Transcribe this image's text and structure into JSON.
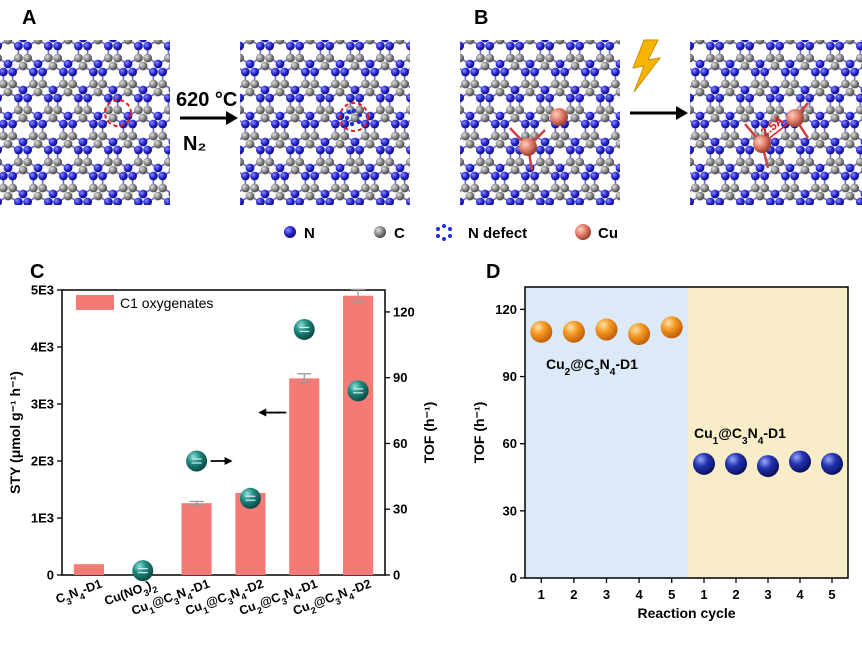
{
  "panels": {
    "A": "A",
    "B": "B",
    "C": "C",
    "D": "D"
  },
  "scheme": {
    "temp": "620 °C",
    "gas": "N₂",
    "bond_length": "2.5Å",
    "legend": [
      {
        "name": "N",
        "icon": "n-atom-icon",
        "color": "#2b2bd6"
      },
      {
        "name": "C",
        "icon": "c-atom-icon",
        "color": "#8a8a8a"
      },
      {
        "name": "N defect",
        "icon": "n-defect-icon",
        "color": "#1f2fe0"
      },
      {
        "name": "Cu",
        "icon": "cu-atom-icon",
        "color": "#e07868"
      }
    ]
  },
  "chart_data": [
    {
      "panel": "C",
      "type": "bar",
      "categories": [
        "C3N4-D1",
        "Cu(NO3)2",
        "Cu1@C3N4-D1",
        "Cu1@C3N4-D2",
        "Cu2@C3N4-D1",
        "Cu2@C3N4-D2"
      ],
      "category_labels": [
        [
          [
            "C",
            ""
          ],
          [
            "3",
            "sub"
          ],
          [
            "N",
            ""
          ],
          [
            "4",
            "sub"
          ],
          [
            "-D1",
            ""
          ]
        ],
        [
          [
            "Cu(NO",
            ""
          ],
          [
            "3",
            "sub"
          ],
          [
            ")",
            ""
          ],
          [
            "2",
            "sub"
          ]
        ],
        [
          [
            "Cu",
            ""
          ],
          [
            "1",
            "sub"
          ],
          [
            "@C",
            ""
          ],
          [
            "3",
            "sub"
          ],
          [
            "N",
            ""
          ],
          [
            "4",
            "sub"
          ],
          [
            "-D1",
            ""
          ]
        ],
        [
          [
            "Cu",
            ""
          ],
          [
            "1",
            "sub"
          ],
          [
            "@C",
            ""
          ],
          [
            "3",
            "sub"
          ],
          [
            "N",
            ""
          ],
          [
            "4",
            "sub"
          ],
          [
            "-D2",
            ""
          ]
        ],
        [
          [
            "Cu",
            ""
          ],
          [
            "2",
            "sub"
          ],
          [
            "@C",
            ""
          ],
          [
            "3",
            "sub"
          ],
          [
            "N",
            ""
          ],
          [
            "4",
            "sub"
          ],
          [
            "-D1",
            ""
          ]
        ],
        [
          [
            "Cu",
            ""
          ],
          [
            "2",
            "sub"
          ],
          [
            "@C",
            ""
          ],
          [
            "3",
            "sub"
          ],
          [
            "N",
            ""
          ],
          [
            "4",
            "sub"
          ],
          [
            "-D2",
            ""
          ]
        ]
      ],
      "series": [
        {
          "name": "C1 oxygenates",
          "values": [
            190,
            0,
            1260,
            1440,
            3450,
            4900
          ],
          "errors": [
            0,
            0,
            30,
            25,
            80,
            110
          ],
          "axis": "left",
          "color": "#f47a76"
        },
        {
          "values": [
            null,
            2,
            52,
            35,
            112,
            84
          ],
          "axis": "right",
          "color": "#1f8a80"
        }
      ],
      "y_left": {
        "label": "STY (μmol g⁻¹ h⁻¹)",
        "ylim": [
          0,
          5000
        ],
        "ticks": [
          "0",
          "1E3",
          "2E3",
          "3E3",
          "4E3",
          "5E3"
        ],
        "tick_values": [
          0,
          1000,
          2000,
          3000,
          4000,
          5000
        ]
      },
      "y_right": {
        "label": "TOF (h⁻¹)",
        "ylim": [
          0,
          130
        ],
        "ticks": [
          "0",
          "30",
          "60",
          "90",
          "120"
        ],
        "tick_values": [
          0,
          30,
          60,
          90,
          120
        ]
      },
      "legend": "top-left"
    },
    {
      "panel": "D",
      "type": "scatter",
      "xlabel": "Reaction cycle",
      "ylabel": "TOF (h⁻¹)",
      "ylim": [
        0,
        130
      ],
      "yticks": [
        0,
        30,
        60,
        90,
        120
      ],
      "x_tick_labels": [
        "1",
        "2",
        "3",
        "4",
        "5",
        "1",
        "2",
        "3",
        "4",
        "5"
      ],
      "series": [
        {
          "name": "Cu2@C3N4-D1",
          "label_parts": [
            [
              "Cu",
              ""
            ],
            [
              "2",
              "sub"
            ],
            [
              "@C",
              ""
            ],
            [
              "3",
              "sub"
            ],
            [
              "N",
              ""
            ],
            [
              "4",
              "sub"
            ],
            [
              "-D1",
              ""
            ]
          ],
          "x": [
            1,
            2,
            3,
            4,
            5
          ],
          "values": [
            110,
            110,
            111,
            109,
            112
          ],
          "color": "#f08a1c",
          "bg": "#dce9f6"
        },
        {
          "name": "Cu1@C3N4-D1",
          "label_parts": [
            [
              "Cu",
              ""
            ],
            [
              "1",
              "sub"
            ],
            [
              "@C",
              ""
            ],
            [
              "3",
              "sub"
            ],
            [
              "N",
              ""
            ],
            [
              "4",
              "sub"
            ],
            [
              "-D1",
              ""
            ]
          ],
          "x": [
            1,
            2,
            3,
            4,
            5
          ],
          "values": [
            51,
            51,
            50,
            52,
            51
          ],
          "color": "#1c2a9e",
          "bg": "#f8edc8"
        }
      ]
    }
  ]
}
